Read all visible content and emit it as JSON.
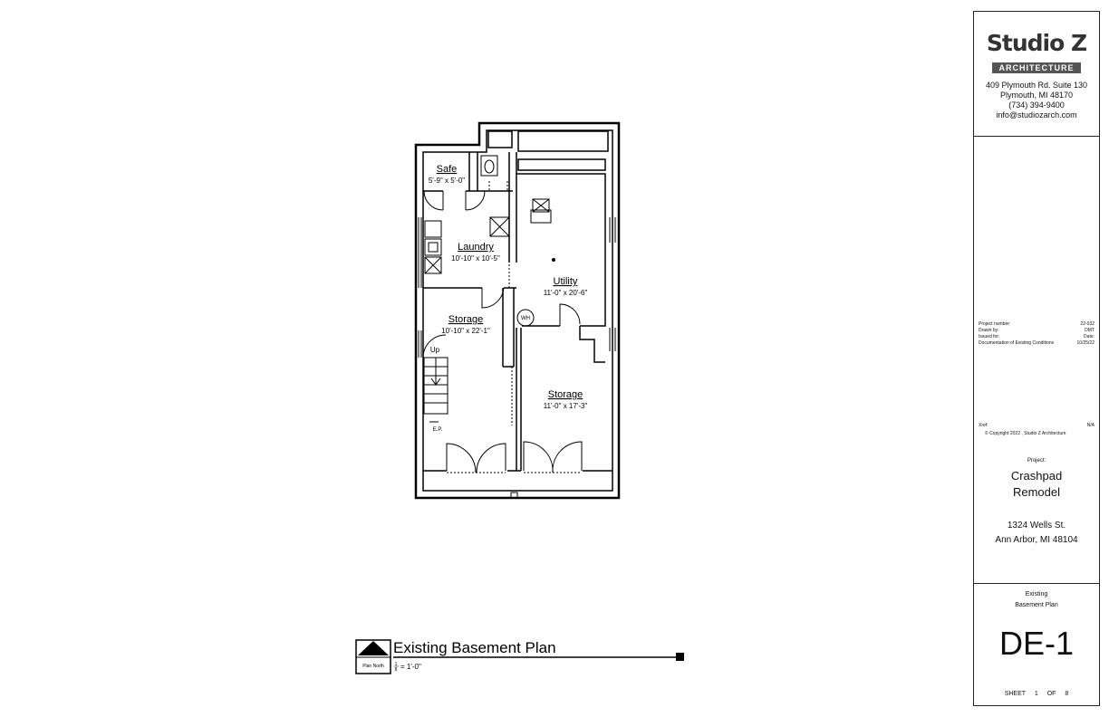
{
  "plan": {
    "rooms": {
      "safe": {
        "name": "Safe",
        "dims": "5'-9\" x 5'-0\""
      },
      "laundry": {
        "name": "Laundry",
        "dims": "10'-10\" x 10'-5\""
      },
      "utility": {
        "name": "Utility",
        "dims": "11'-0\" x 20'-6\""
      },
      "storage_left": {
        "name": "Storage",
        "dims": "10'-10\" x 22'-1\""
      },
      "storage_right": {
        "name": "Storage",
        "dims": "11'-0\" x 17'-3\""
      }
    },
    "labels": {
      "up": "Up",
      "ep": "E.P.",
      "wh": "WH"
    },
    "title": "Existing Basement Plan",
    "plan_north": "Plan North",
    "scale": "= 1'-0\"",
    "scale_fraction_num": "1",
    "scale_fraction_den": "8"
  },
  "title_block": {
    "firm": {
      "name": "Studio Z",
      "subtitle": "ARCHITECTURE",
      "address_line1": "409 Plymouth Rd. Suite 130",
      "address_line2": "Plymouth, MI  48170",
      "phone": "(734) 394-9400",
      "email": "info@studiozarch.com"
    },
    "meta": {
      "project_number_label": "Project number:",
      "project_number": "22-032",
      "drawn_by_label": "Drawn by:",
      "drawn_by": "DMT",
      "issued_for_label": "Issued for:",
      "date_label": "Date:",
      "issued_for": "Documentation of Existing Conditions",
      "date": "10/25/22"
    },
    "xref_label": "Xref:",
    "xref": "N/A",
    "copyright": "© Copyright 2022 , Studio Z Architecture",
    "project_label": "Project:",
    "project_title_line1": "Crashpad",
    "project_title_line2": "Remodel",
    "project_address_line1": "1324 Wells St.",
    "project_address_line2": "Ann Arbor, MI 48104",
    "sheet_title_line1": "Existing",
    "sheet_title_line2": "Basement Plan",
    "sheet_number": "DE-1",
    "sheet_label": "SHEET",
    "sheet_index": "1",
    "of_label": "OF",
    "sheet_total": "8"
  }
}
